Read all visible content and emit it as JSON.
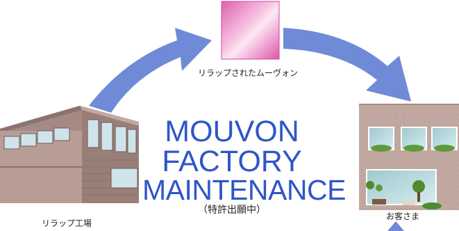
{
  "product": {
    "label": "リラップされたムーヴォン"
  },
  "factory": {
    "label": "リラップ工場"
  },
  "customer": {
    "label": "お客さま"
  },
  "title": {
    "line1": "MOUVON",
    "line2": "FACTORY",
    "line3": "MAINTENANCE",
    "note": "（特許出願中）"
  },
  "colors": {
    "arrow": "#6f8ad6",
    "title": "#2f55c8",
    "product_pink": "#e87bc0",
    "factory_wall": "#a88c86",
    "shop_wall": "#c4aca4"
  }
}
